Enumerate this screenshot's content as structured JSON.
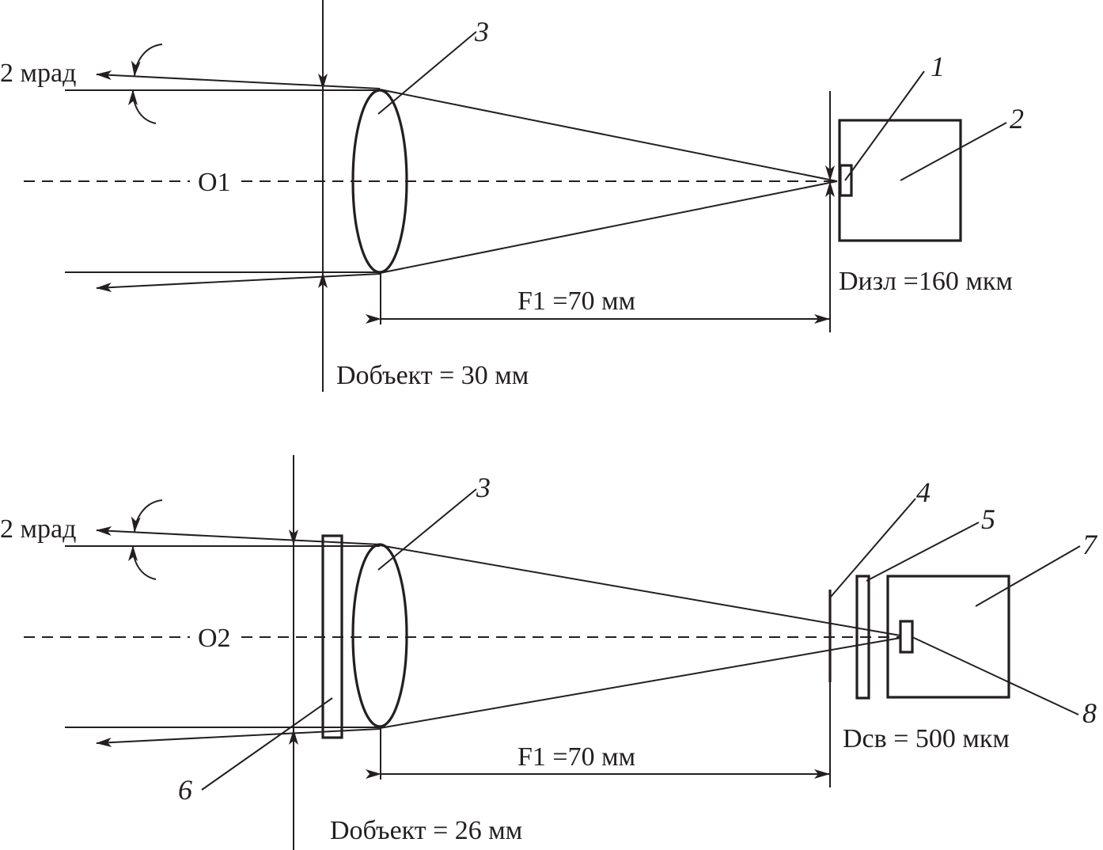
{
  "diagram": {
    "colors": {
      "ink": "#231f20",
      "background": "#ffffff"
    },
    "top": {
      "divergence_label": "2 мрад",
      "axis_label": "O1",
      "focal_label": "F1 =70 мм",
      "aperture_label": "Dобъект = 30 мм",
      "source_label": "Dизл =160 мкм",
      "callouts": {
        "emitter": "1",
        "housing": "2",
        "lens": "3"
      }
    },
    "bottom": {
      "divergence_label": "2 мрад",
      "axis_label": "O2",
      "focal_label": "F1 =70 мм",
      "aperture_label": "Dобъект = 26 мм",
      "fiber_label": "Dсв = 500 мкм",
      "callouts": {
        "lens": "3",
        "diaphragm": "4",
        "filter": "5",
        "window": "6",
        "receiver_housing": "7",
        "detector": "8"
      }
    }
  }
}
